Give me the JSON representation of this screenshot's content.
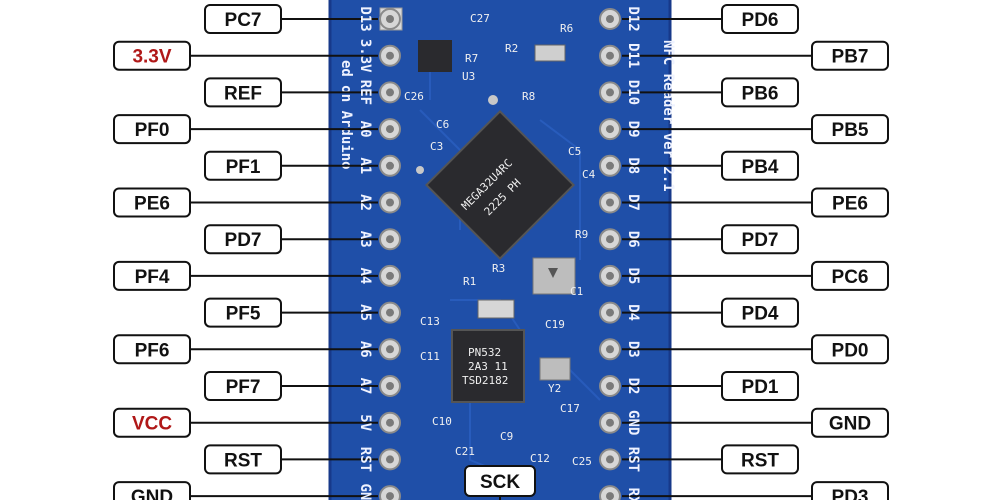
{
  "colors": {
    "board": "#1f4fa8",
    "board_edge": "#17398a",
    "label_text": "#111111",
    "power_text": "#b01818",
    "label_border": "#111111",
    "chip": "#2a2a2e"
  },
  "left_pins": [
    {
      "label": "PC7",
      "silk": "D13",
      "power": false
    },
    {
      "label": "3.3V",
      "silk": "3.3V",
      "power": true
    },
    {
      "label": "REF",
      "silk": "REF",
      "power": false
    },
    {
      "label": "PF0",
      "silk": "A0",
      "power": false
    },
    {
      "label": "PF1",
      "silk": "A1",
      "power": false
    },
    {
      "label": "PE6",
      "silk": "A2",
      "power": false
    },
    {
      "label": "PD7",
      "silk": "A3",
      "power": false
    },
    {
      "label": "PF4",
      "silk": "A4",
      "power": false
    },
    {
      "label": "PF5",
      "silk": "A5",
      "power": false
    },
    {
      "label": "PF6",
      "silk": "A6",
      "power": false
    },
    {
      "label": "PF7",
      "silk": "A7",
      "power": false
    },
    {
      "label": "VCC",
      "silk": "5V",
      "power": true
    },
    {
      "label": "RST",
      "silk": "RST",
      "power": false
    },
    {
      "label": "GND",
      "silk": "GND",
      "power": false
    }
  ],
  "right_pins": [
    {
      "label": "PD6",
      "silk": "D12",
      "power": false
    },
    {
      "label": "PB7",
      "silk": "D11",
      "power": false
    },
    {
      "label": "PB6",
      "silk": "D10",
      "power": false
    },
    {
      "label": "PB5",
      "silk": "D9",
      "power": false
    },
    {
      "label": "PB4",
      "silk": "D8",
      "power": false
    },
    {
      "label": "PE6",
      "silk": "D7",
      "power": false
    },
    {
      "label": "PD7",
      "silk": "D6",
      "power": false
    },
    {
      "label": "PC6",
      "silk": "D5",
      "power": false
    },
    {
      "label": "PD4",
      "silk": "D4",
      "power": false
    },
    {
      "label": "PD0",
      "silk": "D3",
      "power": false
    },
    {
      "label": "PD1",
      "silk": "D2",
      "power": false
    },
    {
      "label": "GND",
      "silk": "GND",
      "power": false
    },
    {
      "label": "RST",
      "silk": "RST",
      "power": false
    },
    {
      "label": "PD3",
      "silk": "RX",
      "power": false
    }
  ],
  "bottom_label": "SCK",
  "board_text_left": "ed on Arduino",
  "board_text_right": "NFC Reader ver 2.1",
  "component_labels": [
    "C27",
    "R6",
    "R2",
    "R7",
    "U3",
    "C26",
    "R8",
    "C6",
    "C3",
    "C5",
    "C4",
    "R3",
    "R1",
    "C1",
    "C13",
    "C11",
    "C19",
    "C10",
    "C21",
    "Y2",
    "C17",
    "C9",
    "C25",
    "C12",
    "R9"
  ],
  "chip_main_text": [
    "MEGA32U4RC",
    "2225  PH"
  ],
  "chip_small_text": [
    "PN532",
    "2A3 11",
    "TSD2182"
  ]
}
